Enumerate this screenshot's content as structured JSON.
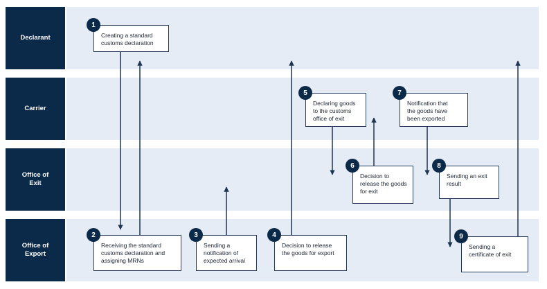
{
  "lanes": [
    {
      "label": "Declarant"
    },
    {
      "label": "Carrier"
    },
    {
      "label": "Office of\nExit"
    },
    {
      "label": "Office of\nExport"
    }
  ],
  "steps": [
    {
      "number": "1",
      "text": "Creating a standard\ncustoms declaration"
    },
    {
      "number": "2",
      "text": "Receiving the standard\ncustoms declaration and\nassigning MRNs"
    },
    {
      "number": "3",
      "text": "Sending a\nnotification of\nexpected arrival"
    },
    {
      "number": "4",
      "text": "Decision to release\nthe goods for export"
    },
    {
      "number": "5",
      "text": "Declaring goods\nto the customs\noffice of exit"
    },
    {
      "number": "6",
      "text": "Decision to\nrelease the goods\nfor exit"
    },
    {
      "number": "7",
      "text": "Notification that\nthe goods have\nbeen exported"
    },
    {
      "number": "8",
      "text": "Sending an exit\nresult"
    },
    {
      "number": "9",
      "text": "Sending a\ncertificate of exit"
    }
  ],
  "colors": {
    "lane_label": "#0b2a4a",
    "lane_body": "#e6ecf6",
    "arrow": "#1f3550"
  }
}
